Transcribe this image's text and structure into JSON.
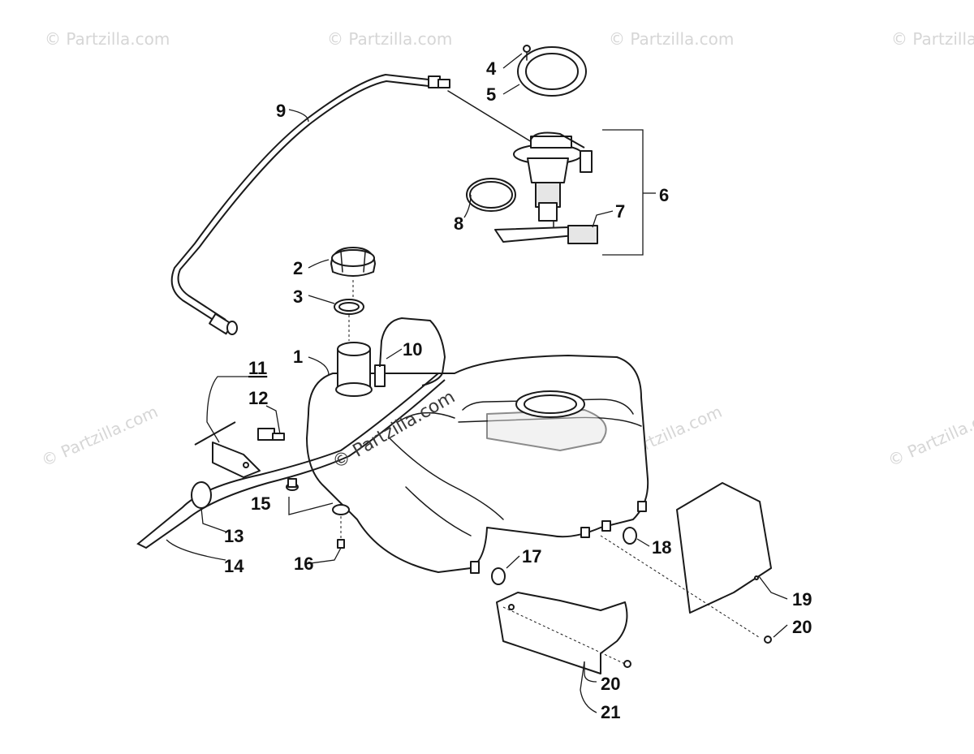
{
  "watermark": {
    "text": "© Partzilla.com",
    "center_text": "© Partzilla.com"
  },
  "callouts": [
    {
      "id": "c1",
      "label": "1"
    },
    {
      "id": "c2",
      "label": "2"
    },
    {
      "id": "c3",
      "label": "3"
    },
    {
      "id": "c4",
      "label": "4"
    },
    {
      "id": "c5",
      "label": "5"
    },
    {
      "id": "c6",
      "label": "6"
    },
    {
      "id": "c7",
      "label": "7"
    },
    {
      "id": "c8",
      "label": "8"
    },
    {
      "id": "c9",
      "label": "9"
    },
    {
      "id": "c10",
      "label": "10"
    },
    {
      "id": "c11",
      "label": "11"
    },
    {
      "id": "c12",
      "label": "12"
    },
    {
      "id": "c13",
      "label": "13"
    },
    {
      "id": "c14",
      "label": "14"
    },
    {
      "id": "c15",
      "label": "15"
    },
    {
      "id": "c16",
      "label": "16"
    },
    {
      "id": "c17",
      "label": "17"
    },
    {
      "id": "c18",
      "label": "18"
    },
    {
      "id": "c19",
      "label": "19"
    },
    {
      "id": "c20a",
      "label": "20"
    },
    {
      "id": "c20b",
      "label": "20"
    },
    {
      "id": "c21",
      "label": "21"
    }
  ]
}
